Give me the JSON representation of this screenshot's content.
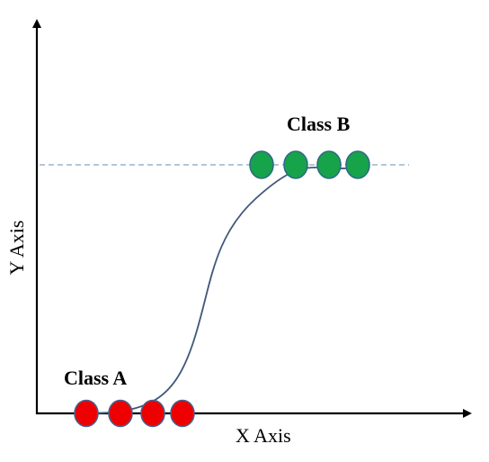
{
  "labels": {
    "x_axis": "X Axis",
    "y_axis": "Y Axis",
    "class_a": "Class A",
    "class_b": "Class B"
  },
  "classes": [
    {
      "name": "Class A",
      "count": 4,
      "color": "#ee0000",
      "stroke": "#4a5f8c"
    },
    {
      "name": "Class B",
      "count": 4,
      "color": "#16a34a",
      "stroke": "#2d6b86"
    }
  ],
  "colors": {
    "axis": "#000000",
    "curve": "#3f5879",
    "threshold_line": "#9ab3cc"
  }
}
